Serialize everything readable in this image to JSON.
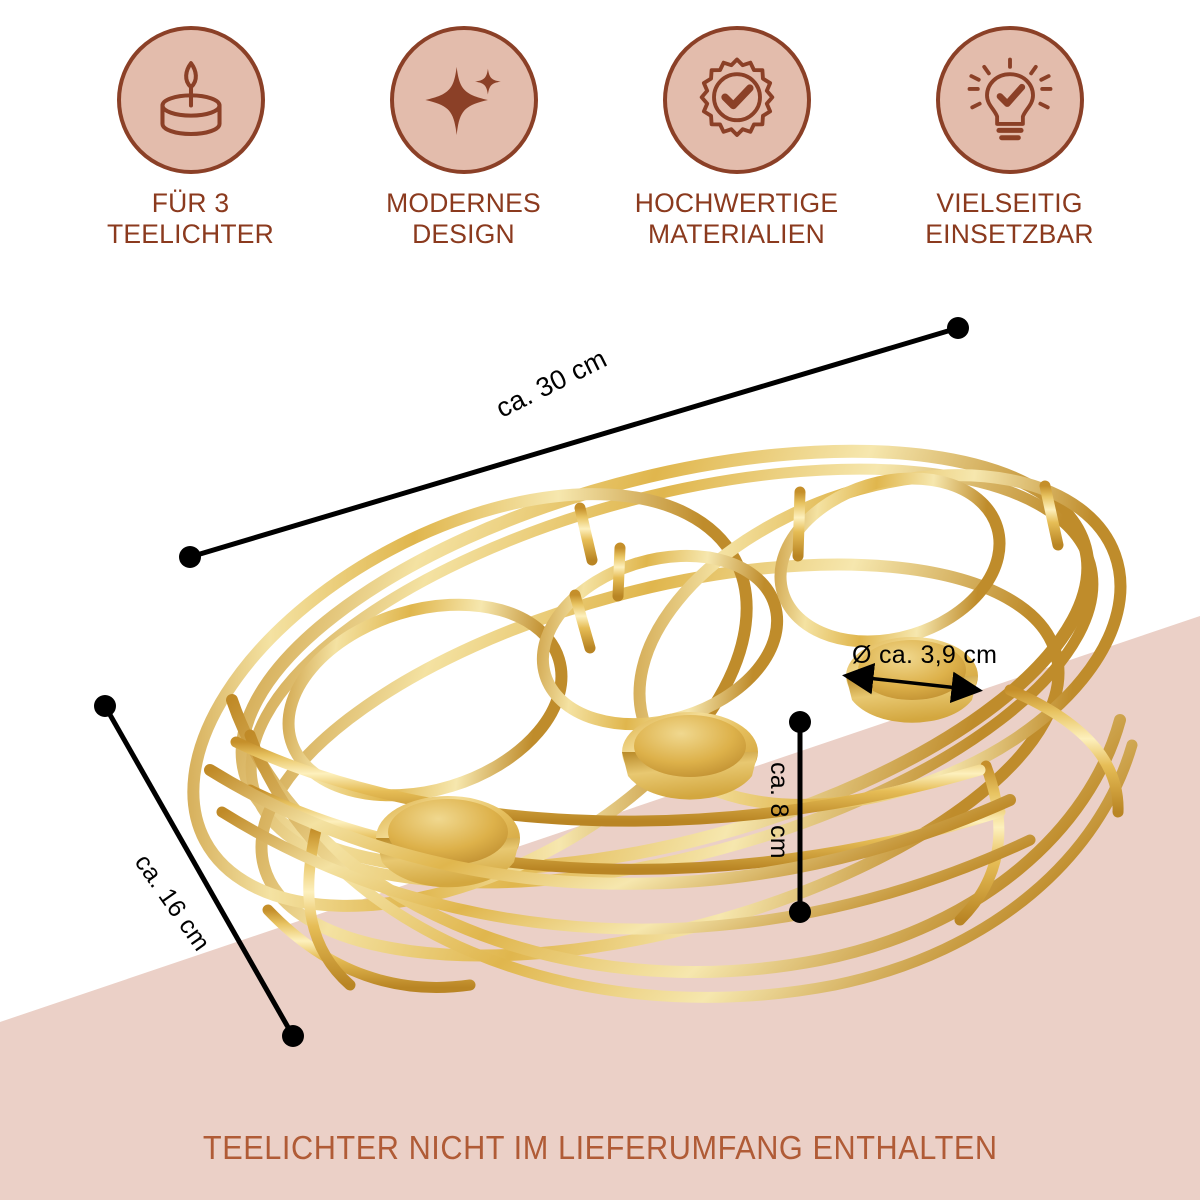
{
  "colors": {
    "background": "#ffffff",
    "band_pink": "#ebd0c7",
    "icon_fill": "#e3bcac",
    "icon_stroke": "#8b4027",
    "label_brown": "#8b3a1e",
    "banner_text": "#b05b36",
    "dimension_black": "#000000",
    "gold_light": "#f7e6ae",
    "gold_mid": "#e3bd5d",
    "gold_dark": "#c2922f"
  },
  "features": [
    {
      "icon": "tealight-candle-icon",
      "label": "FÜR 3\nTEELICHTER"
    },
    {
      "icon": "sparkle-star-icon",
      "label": "MODERNES\nDESIGN"
    },
    {
      "icon": "quality-seal-check-icon",
      "label": "HOCHWERTIGE\nMATERIALIEN"
    },
    {
      "icon": "lightbulb-check-icon",
      "label": "VIELSEITIG\nEINSETZBAR"
    }
  ],
  "dimensions": {
    "length": "ca. 30 cm",
    "width": "ca. 16 cm",
    "height": "ca. 8 cm",
    "diameter": "Ø ca. 3,9 cm"
  },
  "banner": {
    "text": "TEELICHTER NICHT IM LIEFERUMFANG ENTHALTEN"
  },
  "product": {
    "name": "gold-wire-oval-tealight-holder",
    "tealight_cups": 3
  }
}
